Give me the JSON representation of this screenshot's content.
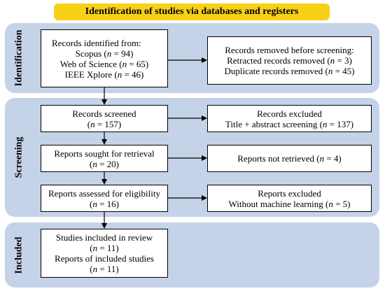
{
  "header": {
    "title": "Identification of studies via databases and registers"
  },
  "phases": {
    "identification": "Identification",
    "screening": "Screening",
    "included": "Included"
  },
  "boxes": {
    "records_identified": {
      "lines": [
        {
          "text": "Records identified from:"
        },
        {
          "text": "Scopus (",
          "n": "n",
          "rest": " = 94)"
        },
        {
          "text": "Web of Science (",
          "n": "n",
          "rest": " = 65)"
        },
        {
          "text": "IEEE Xplore (",
          "n": "n",
          "rest": " = 46)"
        }
      ]
    },
    "records_removed": {
      "lines": [
        {
          "text": "Records removed before screening:"
        },
        {
          "text": "Retracted records removed (",
          "n": "n",
          "rest": " = 3)"
        },
        {
          "text": "Duplicate records removed (",
          "n": "n",
          "rest": " = 45)"
        }
      ]
    },
    "records_screened": {
      "lines": [
        {
          "text": "Records screened"
        },
        {
          "text": "(",
          "n": "n",
          "rest": " = 157)"
        }
      ]
    },
    "records_excluded": {
      "lines": [
        {
          "text": "Records excluded"
        },
        {
          "text": "Title + abstract screening (",
          "n": "n",
          "rest": " = 137)"
        }
      ]
    },
    "reports_sought": {
      "lines": [
        {
          "text": "Reports sought for retrieval"
        },
        {
          "text": "(",
          "n": "n",
          "rest": " = 20)"
        }
      ]
    },
    "reports_not_retrieved": {
      "lines": [
        {
          "text": "Reports not retrieved (",
          "n": "n",
          "rest": " = 4)"
        }
      ]
    },
    "reports_assessed": {
      "lines": [
        {
          "text": "Reports assessed for eligibility"
        },
        {
          "text": "(",
          "n": "n",
          "rest": " = 16)"
        }
      ]
    },
    "reports_excluded": {
      "lines": [
        {
          "text": "Reports excluded"
        },
        {
          "text": "Without machine learning (",
          "n": "n",
          "rest": " = 5)"
        }
      ]
    },
    "studies_included": {
      "lines": [
        {
          "text": "Studies included in review"
        },
        {
          "text": "(",
          "n": "n",
          "rest": " = 11)"
        },
        {
          "text": "Reports of included studies"
        },
        {
          "text": "(",
          "n": "n",
          "rest": " = 11)"
        }
      ]
    }
  }
}
